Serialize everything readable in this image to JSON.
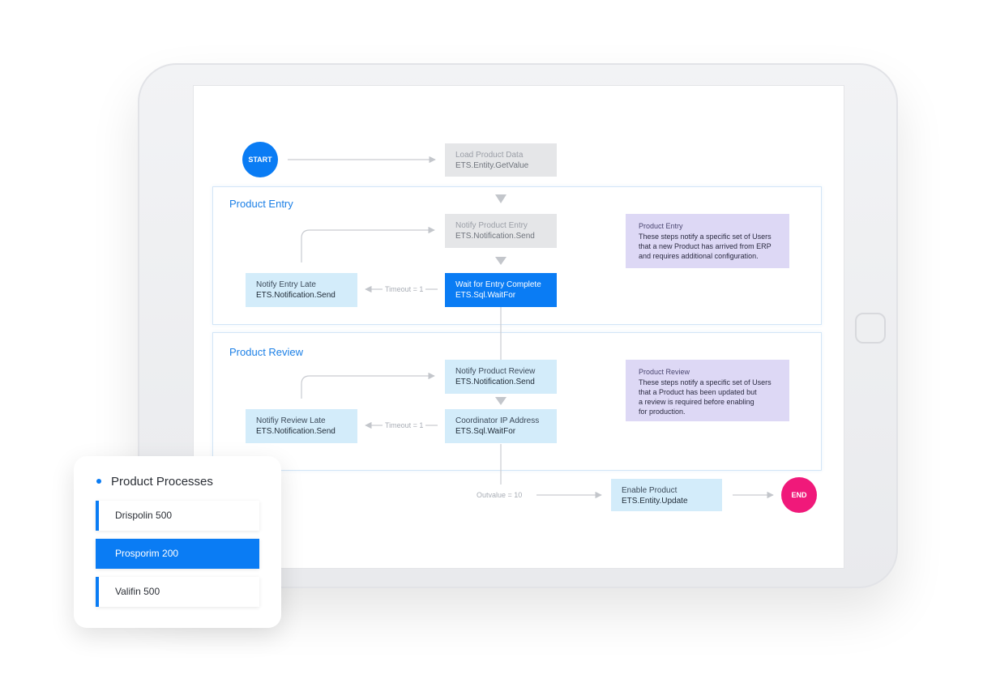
{
  "flow": {
    "start_label": "START",
    "end_label": "END",
    "load_product": {
      "title": "Load Product Data",
      "method": "ETS.Entity.GetValue"
    },
    "product_entry": {
      "section_title": "Product Entry",
      "notify_entry": {
        "title": "Notify Product Entry",
        "method": "ETS.Notification.Send"
      },
      "wait_entry": {
        "title": "Wait for Entry Complete",
        "method": "ETS.Sql.WaitFor"
      },
      "notify_late": {
        "title": "Notify Entry Late",
        "method": "ETS.Notification.Send"
      },
      "timeout_label": "Timeout = 1",
      "note": {
        "title": "Product Entry",
        "line1": "These steps notify a specific set of Users",
        "line2": "that a new Product has arrived from ERP",
        "line3": "and requires additional configuration."
      }
    },
    "product_review": {
      "section_title": "Product Review",
      "notify_review": {
        "title": "Notify Product Review",
        "method": "ETS.Notification.Send"
      },
      "coordinator": {
        "title": "Coordinator IP Address",
        "method": "ETS.Sql.WaitFor"
      },
      "notify_late": {
        "title": "Notifiy Review Late",
        "method": "ETS.Notification.Send"
      },
      "timeout_label": "Timeout = 1",
      "note": {
        "title": "Product Review",
        "line1": "These steps notify a specific set of Users",
        "line2": "that a Product has been updated but",
        "line3": "a review is required before enabling",
        "line4": "for production."
      }
    },
    "outvalue_label": "Outvalue = 10",
    "enable_product": {
      "title": "Enable Product",
      "method": "ETS.Entity.Update"
    }
  },
  "processes": {
    "title": "Product Processes",
    "items": [
      {
        "label": "Drispolin 500"
      },
      {
        "label": "Prosporim 200"
      },
      {
        "label": "Valifin 500"
      }
    ]
  },
  "colors": {
    "accent": "#0a7cf4",
    "end": "#f0197a",
    "note": "#ddd8f5",
    "light_node": "#d3ecfa"
  }
}
